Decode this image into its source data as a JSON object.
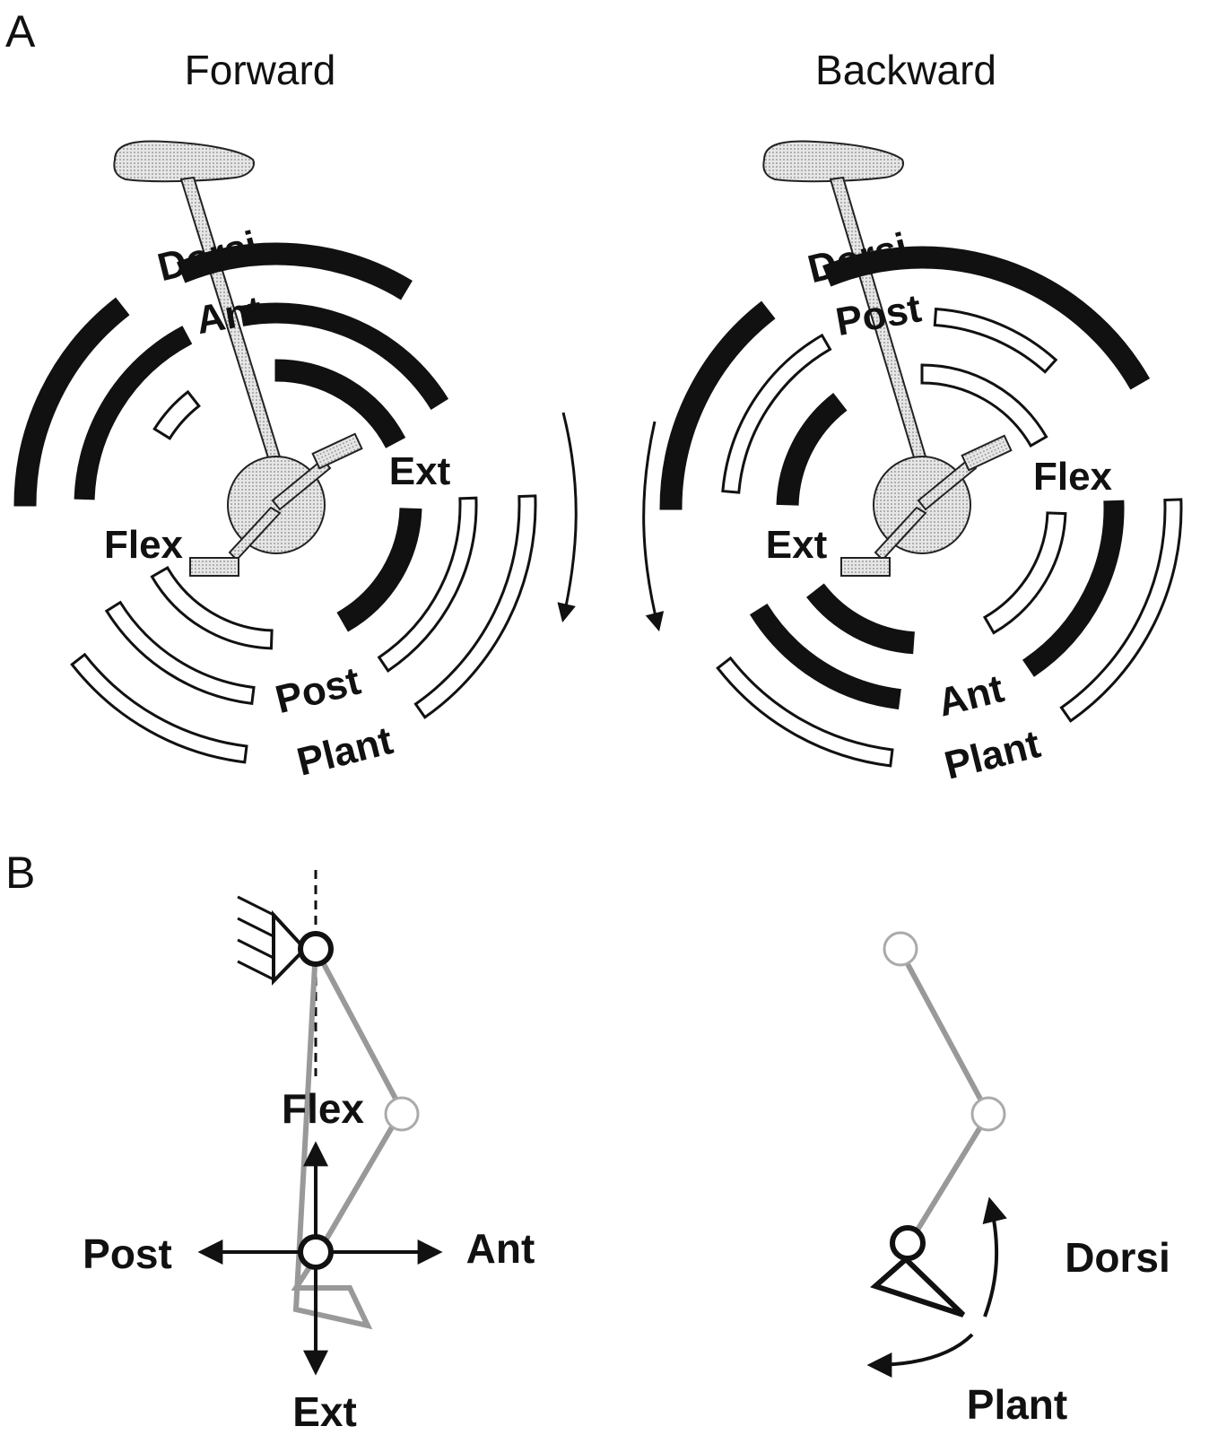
{
  "panels": {
    "a": {
      "letter": "A",
      "forward": {
        "title": "Forward",
        "labels": {
          "dorsi": "Dorsi",
          "ant": "Ant",
          "ext": "Ext",
          "flex": "Flex",
          "post": "Post",
          "plant": "Plant"
        }
      },
      "backward": {
        "title": "Backward",
        "labels": {
          "dorsi": "Dorsi",
          "post": "Post",
          "flex": "Flex",
          "ext": "Ext",
          "ant": "Ant",
          "plant": "Plant"
        }
      }
    },
    "b": {
      "letter": "B",
      "hip_directions": {
        "flex": "Flex",
        "ext": "Ext",
        "post": "Post",
        "ant": "Ant"
      },
      "ankle_directions": {
        "dorsi": "Dorsi",
        "plant": "Plant"
      }
    }
  },
  "colors": {
    "ink": "#111111",
    "stipple": "#d8d8d8",
    "paper": "#ffffff"
  }
}
